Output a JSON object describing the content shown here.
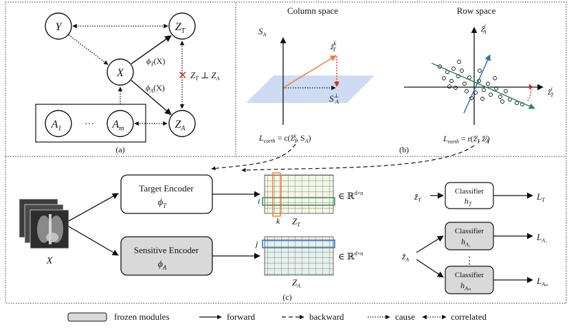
{
  "panel_a": {
    "nodes": {
      "y": "Y",
      "x": "X",
      "zt_main": "Z",
      "zt_sub": "T",
      "za_main": "Z",
      "za_sub": "A",
      "a1_main": "A",
      "a1_sub": "1",
      "am_main": "A",
      "am_sub": "m",
      "dots": "···"
    },
    "edges": {
      "phi_t": "ϕ",
      "phi_t_sub": "T",
      "phi_t_arg": "(X)",
      "phi_a": "ϕ",
      "phi_a_sub": "A",
      "phi_a_arg": "(X)"
    },
    "indep": {
      "z1": "Z",
      "z1_sub": "T",
      "perp": " ⊥ ",
      "z2": "Z",
      "z2_sub": "A"
    },
    "caption": "(a)"
  },
  "panel_b": {
    "column_title": "Column space",
    "row_title": "Row space",
    "s_a": "S",
    "s_a_sub": "A",
    "z_hat": "ẑ",
    "z_hat_sup": "k",
    "z_hat_sub": "T",
    "s_perp": "S",
    "s_perp_sup": "⊥",
    "s_perp_sub": "A",
    "row_y": "ẑ",
    "row_y_sup": "j",
    "row_y_sub": "A",
    "row_x": "ẑ",
    "row_x_sup": "i",
    "row_x_sub": "T",
    "l_corth": "L",
    "l_corth_sub": "corth",
    "l_corth_rhs": " = c(ẑ",
    "l_corth_rhs2": ", S",
    "l_corth_end": ")",
    "l_rorth": "L",
    "l_rorth_sub": "rorth",
    "l_rorth_rhs": " = r(ẑ",
    "l_rorth_rhs2": ", ẑ",
    "l_rorth_end": ")",
    "caption": "(b)"
  },
  "panel_c": {
    "input_label": "X",
    "target_encoder": "Target Encoder",
    "target_phi": "ϕ",
    "target_phi_sub": "T",
    "sensitive_encoder": "Sensitive Encoder",
    "sensitive_phi": "ϕ",
    "sensitive_phi_sub": "A",
    "row_i": "i",
    "col_k": "k",
    "zt": "Z",
    "zt_sub": "T",
    "row_j": "j",
    "za": "Z",
    "za_sub": "A",
    "space_top": "∈ ℝ",
    "space_sup_top": "d×n",
    "space_bot": "∈ ℝ",
    "space_sup_bot": "d×n",
    "zt_tilde": "z̃",
    "zt_tilde_sub": "T",
    "za_tilde": "z̃",
    "za_tilde_sub": "A",
    "cls_t": "Classifier",
    "cls_t_h": "h",
    "cls_t_h_sub": "T",
    "cls_a1": "Classifier",
    "cls_a1_h": "h",
    "cls_a1_h_sub": "A₁",
    "cls_am": "Classifier",
    "cls_am_h": "h",
    "cls_am_h_sub": "Aₘ",
    "vdots": "⋮",
    "loss_t": "L",
    "loss_t_sub": "T",
    "loss_a1": "L",
    "loss_a1_sub": "A₁",
    "loss_am": "L",
    "loss_am_sub": "Aₘ",
    "caption": "(c)"
  },
  "legend": {
    "frozen": "frozen modules",
    "forward": "forward",
    "backward": "backward",
    "cause": "cause",
    "correlated": "correlated"
  },
  "colors": {
    "frozen_fill": "#d9d9d9",
    "plane_fill": "#c9d7f2",
    "orange": "#e8803a",
    "red": "#d9261c",
    "green": "#2e8b57",
    "blue": "#2f6fb5",
    "grid_top": "#f3f7e6",
    "grid_bot": "#e6f0ec"
  }
}
